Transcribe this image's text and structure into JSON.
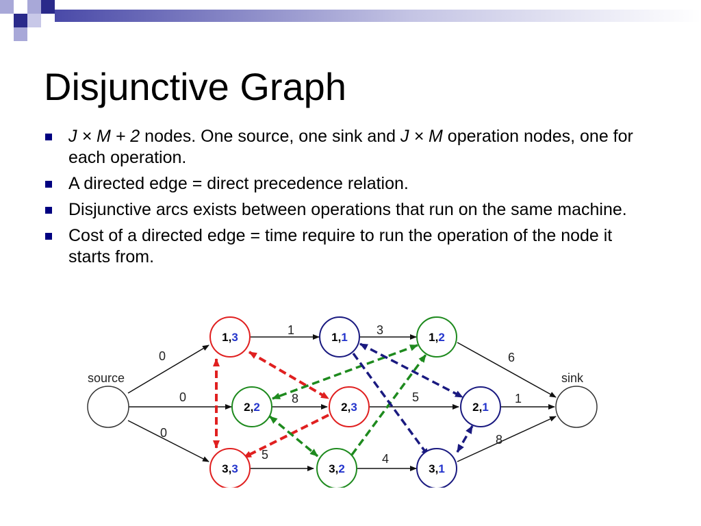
{
  "slide": {
    "title": "Disjunctive Graph",
    "bullets": [
      {
        "expr1": "J × M + 2",
        "text1": " nodes. One source, one sink and ",
        "expr2": "J × M",
        "text2": " operation nodes, one for each operation."
      },
      {
        "text": "A directed edge = direct precedence relation."
      },
      {
        "text": "Disjunctive arcs exists between operations that run on the same machine."
      },
      {
        "text": "Cost of a directed edge = time require to run the operation of the node it starts from."
      }
    ]
  },
  "graph": {
    "nodes": {
      "source": {
        "label": "source"
      },
      "sink": {
        "label": "sink"
      },
      "n13": {
        "job": "1",
        "sep": ",",
        "machine": "3"
      },
      "n11": {
        "job": "1",
        "sep": ",",
        "machine": "1"
      },
      "n12": {
        "job": "1",
        "sep": ",",
        "machine": "2"
      },
      "n22": {
        "job": "2",
        "sep": ",",
        "machine": "2"
      },
      "n23": {
        "job": "2",
        "sep": ",",
        "machine": "3"
      },
      "n21": {
        "job": "2",
        "sep": ",",
        "machine": "1"
      },
      "n33": {
        "job": "3",
        "sep": ",",
        "machine": "3"
      },
      "n32": {
        "job": "3",
        "sep": ",",
        "machine": "2"
      },
      "n31": {
        "job": "3",
        "sep": ",",
        "machine": "1"
      }
    },
    "edge_labels": {
      "src_13": "0",
      "src_22": "0",
      "src_33": "0",
      "e13_11": "1",
      "e11_12": "3",
      "e12_sink": "6",
      "e22_23": "8",
      "e23_21": "5",
      "e21_sink": "1",
      "e33_32": "5",
      "e32_31": "4",
      "e31_sink": "8"
    },
    "colors": {
      "machine1": "#1a1a80",
      "machine2": "#1e8a1e",
      "machine3": "#e02020",
      "machine_label": "#2233cc",
      "node_text": "#000000",
      "edge": "#111111"
    }
  }
}
